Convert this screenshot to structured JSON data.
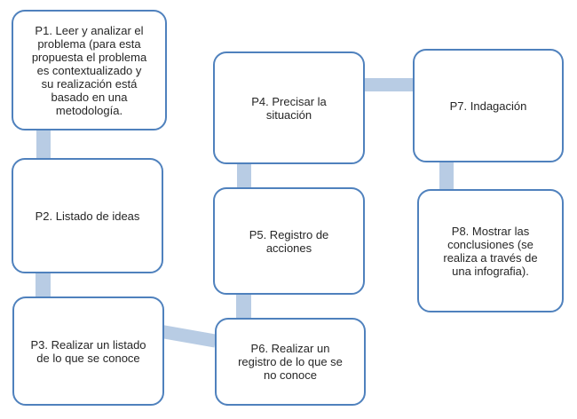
{
  "diagram": {
    "type": "flowchart",
    "colors": {
      "box_border": "#4f81bd",
      "box_fill": "#ffffff",
      "connector": "#b8cce4",
      "text": "#262626",
      "background": "#ffffff"
    },
    "nodes": [
      {
        "id": "P1",
        "label": "P1. Leer y analizar el\nproblema (para esta\npropuesta el problema\nes contextualizado y\nsu realización está\nbasado en una\nmetodología."
      },
      {
        "id": "P2",
        "label": "P2. Listado de ideas"
      },
      {
        "id": "P3",
        "label": "P3. Realizar un listado\nde lo que se conoce"
      },
      {
        "id": "P4",
        "label": "P4. Precisar la\nsituación"
      },
      {
        "id": "P5",
        "label": "P5. Registro de\nacciones"
      },
      {
        "id": "P6",
        "label": "P6. Realizar un\nregistro de lo que se\nno conoce"
      },
      {
        "id": "P7",
        "label": "P7. Indagación"
      },
      {
        "id": "P8",
        "label": "P8. Mostrar las\nconclusiones (se\nrealiza a través de\nuna infografia)."
      }
    ],
    "edges": [
      {
        "from": "P1",
        "to": "P2"
      },
      {
        "from": "P2",
        "to": "P3"
      },
      {
        "from": "P3",
        "to": "P6"
      },
      {
        "from": "P6",
        "to": "P5"
      },
      {
        "from": "P5",
        "to": "P4"
      },
      {
        "from": "P4",
        "to": "P7"
      },
      {
        "from": "P7",
        "to": "P8"
      }
    ]
  }
}
